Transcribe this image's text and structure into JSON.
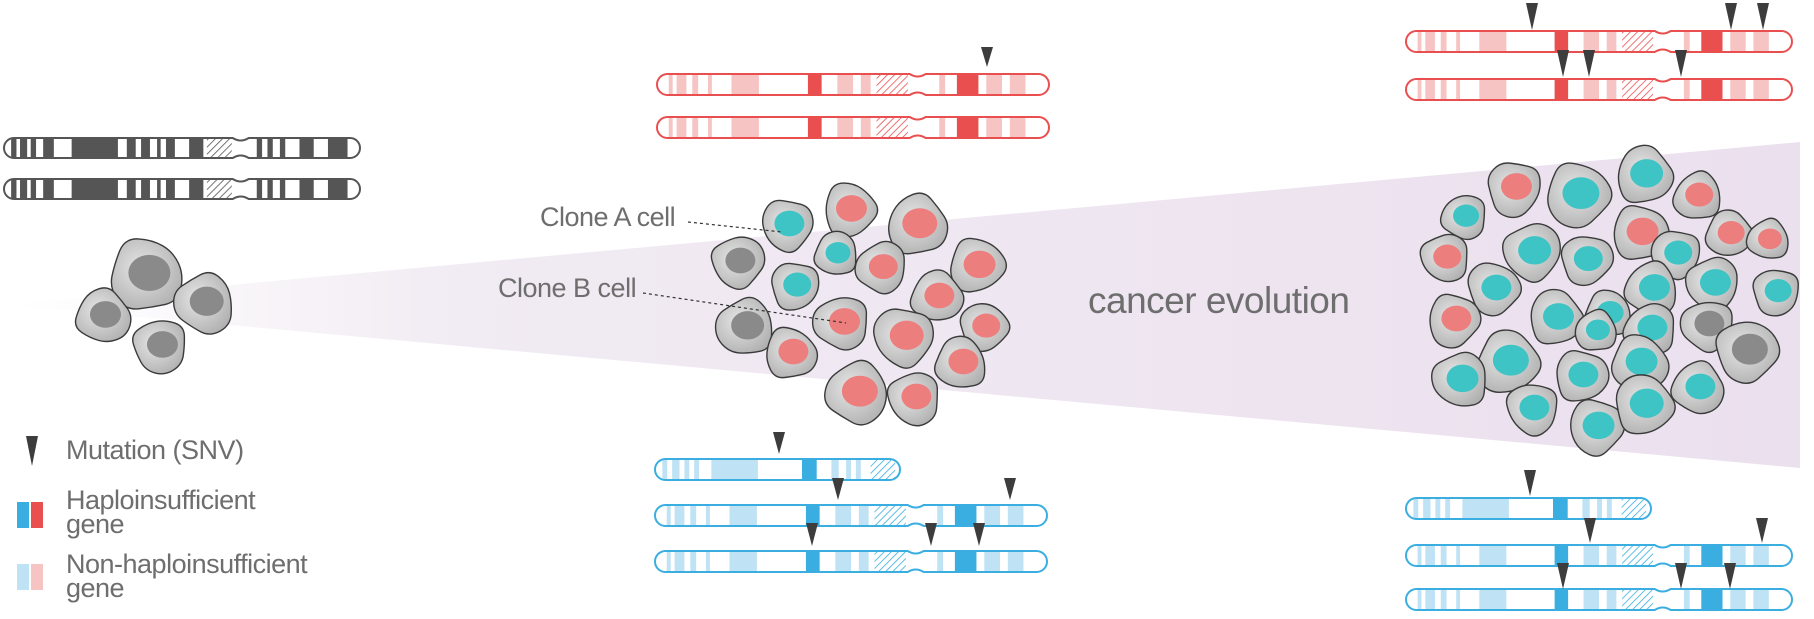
{
  "labels": {
    "clone_a": "Clone A cell",
    "clone_b": "Clone B cell",
    "evolution": "cancer evolution"
  },
  "legend": {
    "mutation": "Mutation (SNV)",
    "haplo": "Haploinsufficient gene",
    "nonhaplo": "Non-haploinsufficient gene"
  },
  "colors": {
    "normal_chromosome": "#555555",
    "clone_a_chromosome": "#3aaee0",
    "clone_b_chromosome": "#ea4f4f",
    "haplo_blue": "#3aaee0",
    "haplo_red": "#ea4f4f",
    "nonhaplo_blue": "#bfe3f5",
    "nonhaplo_red": "#f7c4c4",
    "cell_body": "#c8c8c8",
    "nucleus_normal": "#8a8a8a",
    "nucleus_clone_a": "#3ec4c4",
    "nucleus_clone_b": "#ec7e7e",
    "evolution_wedge": "#ede3ef",
    "mutation_marker": "#3d3d3d"
  }
}
